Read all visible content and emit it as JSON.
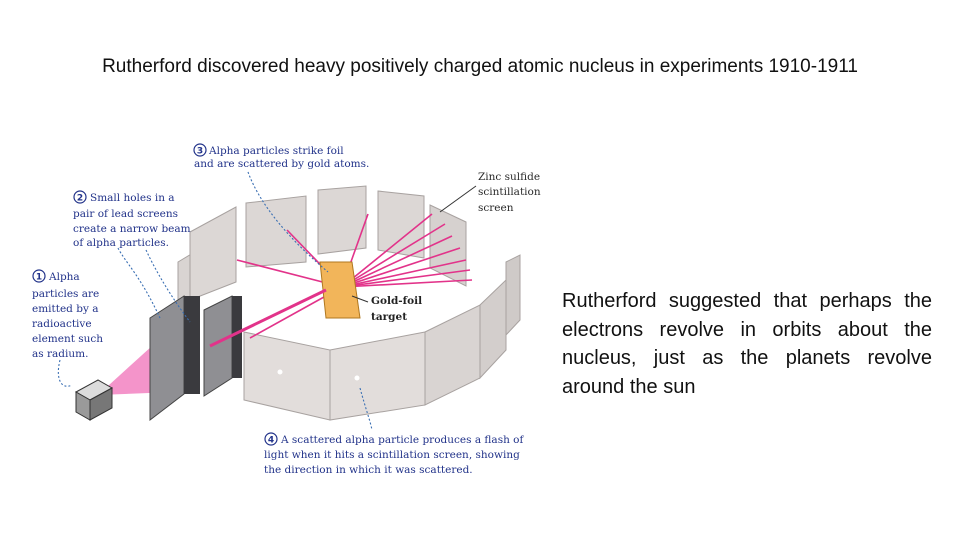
{
  "slide": {
    "title": "Rutherford discovered heavy positively charged atomic nucleus in experiments 1910-1911",
    "body_text": "Rutherford suggested that perhaps the electrons revolve in orbits about the nucleus, just as the planets revolve around the sun"
  },
  "diagram": {
    "step1": {
      "number": "1",
      "lines": [
        "Alpha",
        "particles are",
        "emitted by a",
        "radioactive",
        "element such",
        "as radium."
      ]
    },
    "step2": {
      "number": "2",
      "lines": [
        "Small holes in a",
        "pair of lead screens",
        "create a narrow beam",
        "of alpha particles."
      ]
    },
    "step3": {
      "number": "3",
      "lines": [
        "Alpha particles strike foil",
        "and are scattered by gold atoms."
      ]
    },
    "step4": {
      "number": "4",
      "lines": [
        "A scattered alpha particle produces a flash of",
        "light when it hits a scintillation screen, showing",
        "the direction in which it was scattered."
      ]
    },
    "screen_label": [
      "Zinc sulfide",
      "scintillation",
      "screen"
    ],
    "foil_label": [
      "Gold-foil",
      "target"
    ],
    "colors": {
      "beam": "#e2338a",
      "foil": "#f2b55a",
      "panel": "#ddd8d6",
      "label": "#22338a"
    }
  }
}
